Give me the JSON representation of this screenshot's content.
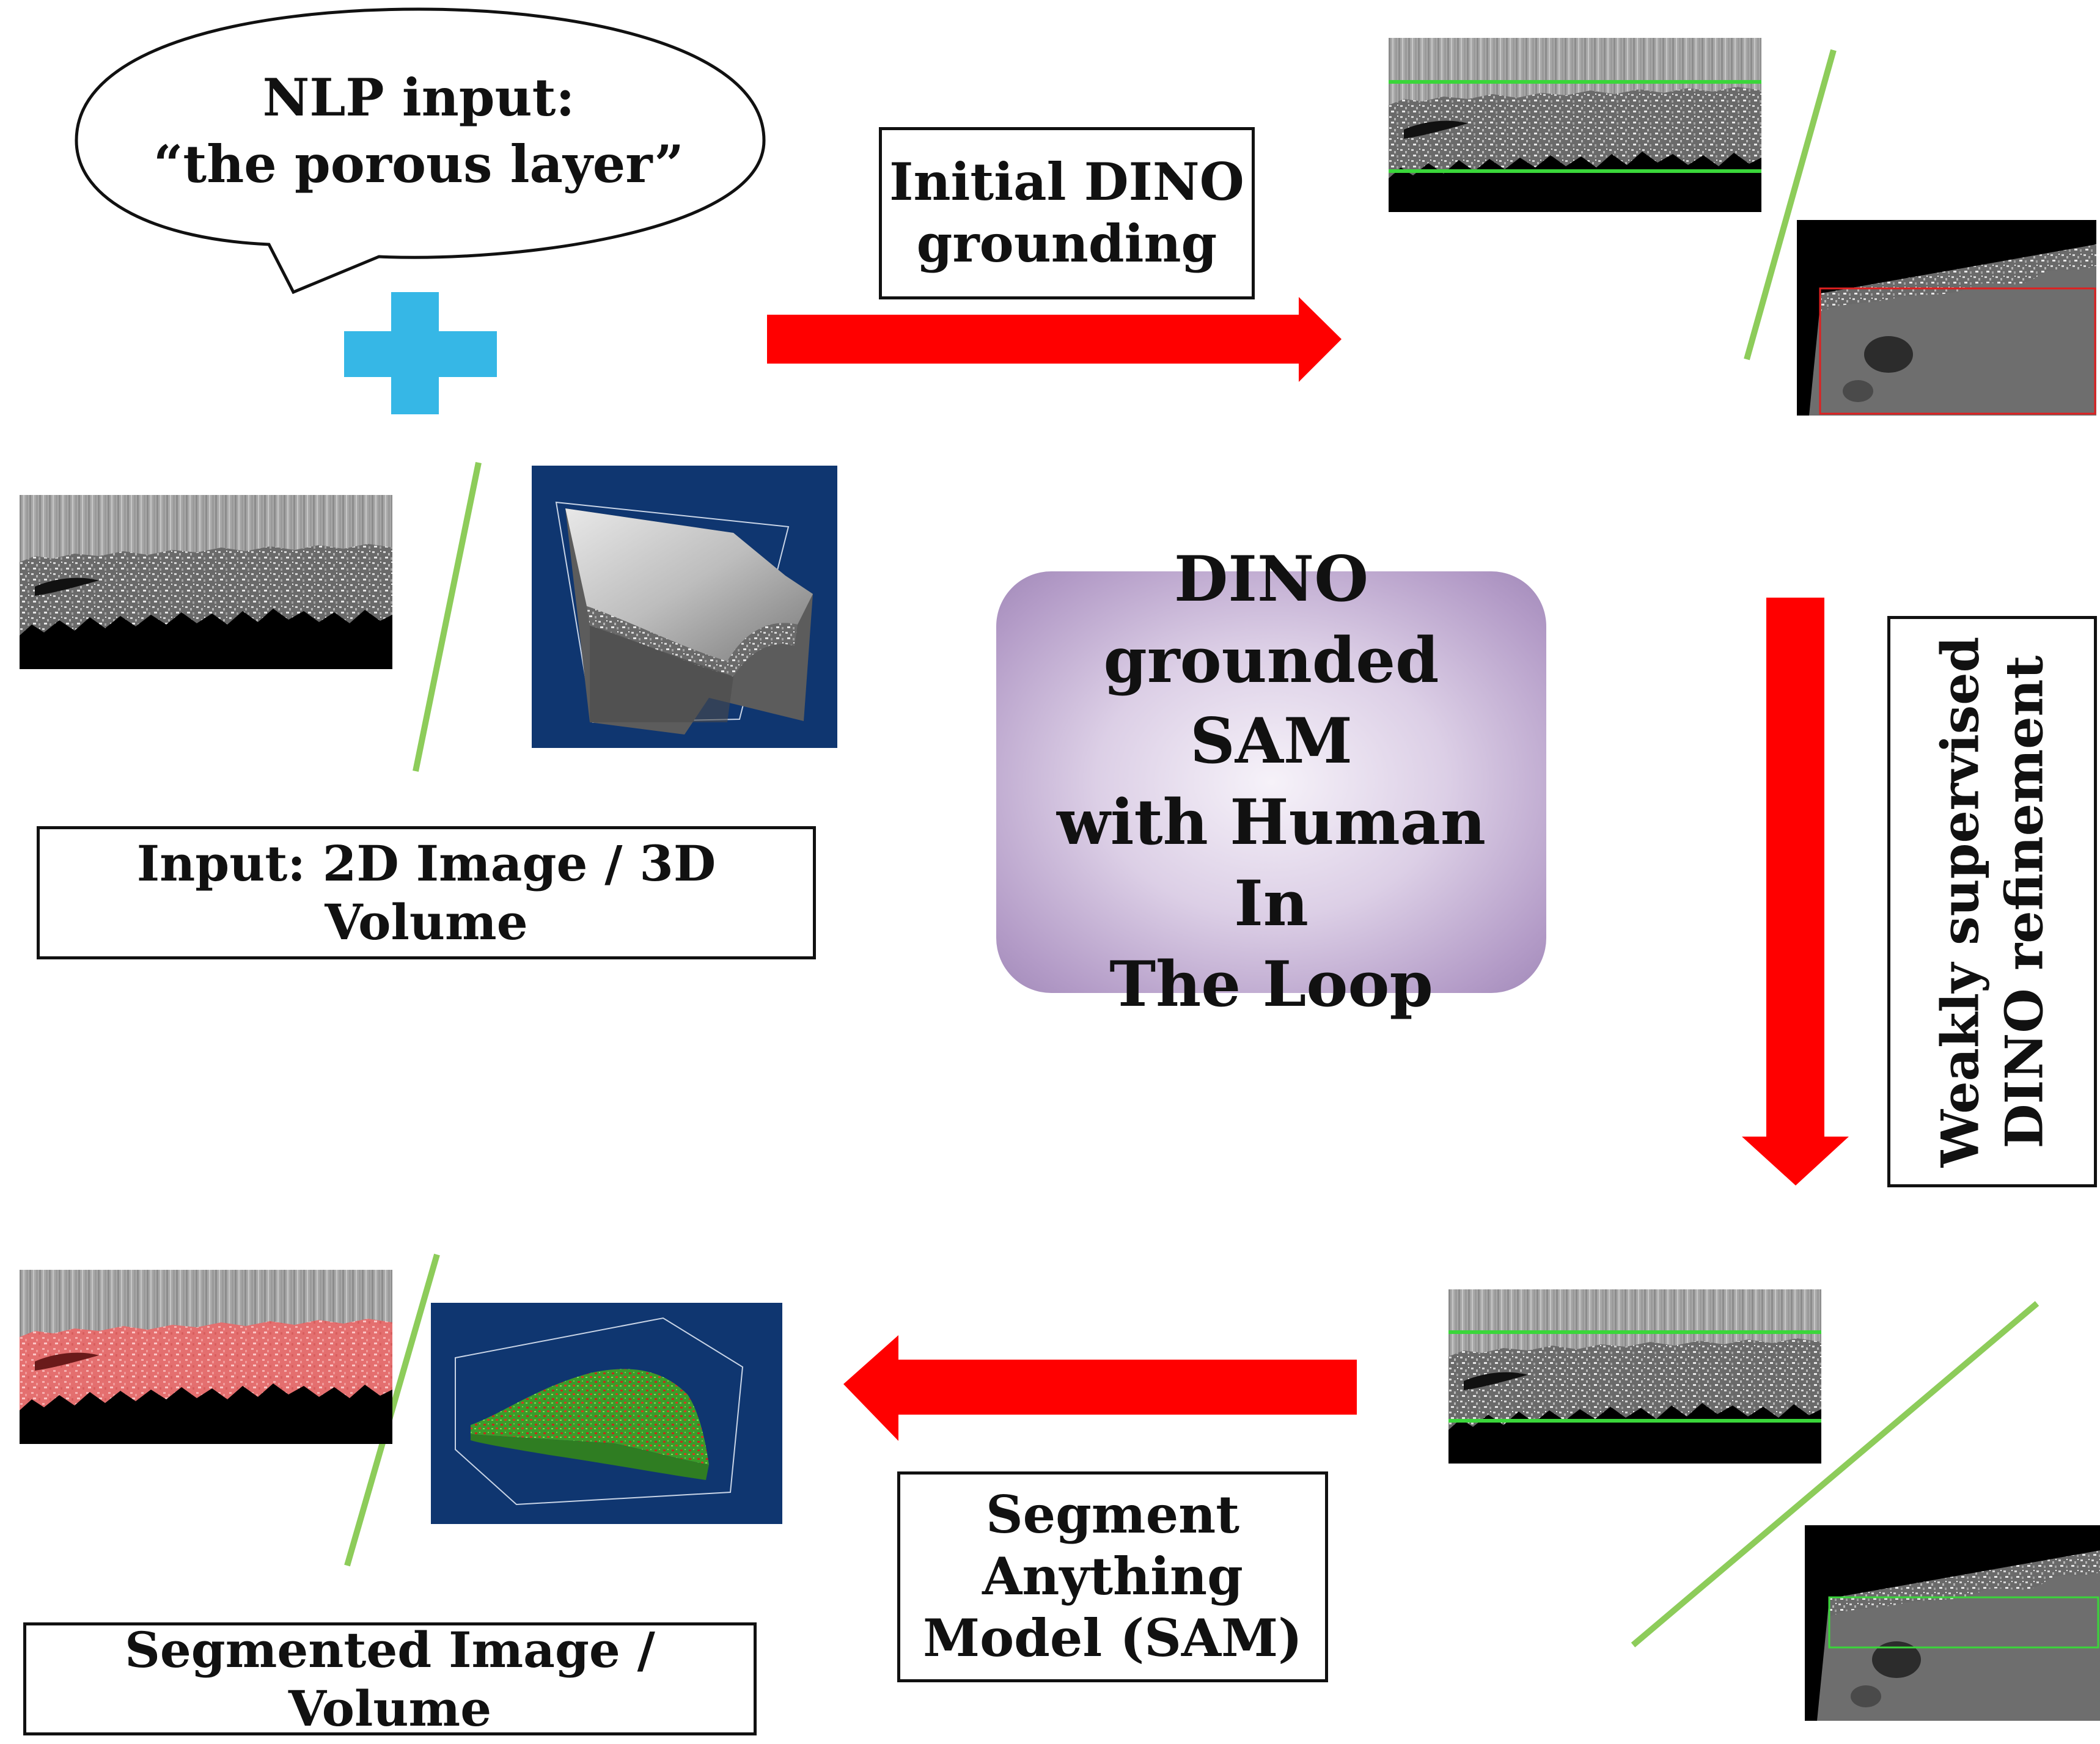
{
  "nlp_bubble": {
    "line1": "NLP input:",
    "line2": "“the porous layer”"
  },
  "boxes": {
    "initial_dino": [
      "Initial DINO",
      "grounding"
    ],
    "input_label": "Input: 2D Image / 3D Volume",
    "weakly_supervised": [
      "Weakly supervised",
      "DINO refinement"
    ],
    "sam": [
      "Segment",
      "Anything",
      "Model (SAM)"
    ],
    "segmented_label": "Segmented Image / Volume"
  },
  "center": [
    "DINO",
    "grounded SAM",
    "with Human In",
    "The Loop"
  ],
  "colors": {
    "arrow": "#ff0000",
    "plus": "#36b7e6",
    "divider": "#8dcc5a",
    "bbox_green": "#3ad63a",
    "bbox_red": "#e02020",
    "volume_bg": "#0f3670",
    "mask_pink": "#f08a8a"
  },
  "icons": {
    "plus": "plus-icon"
  }
}
